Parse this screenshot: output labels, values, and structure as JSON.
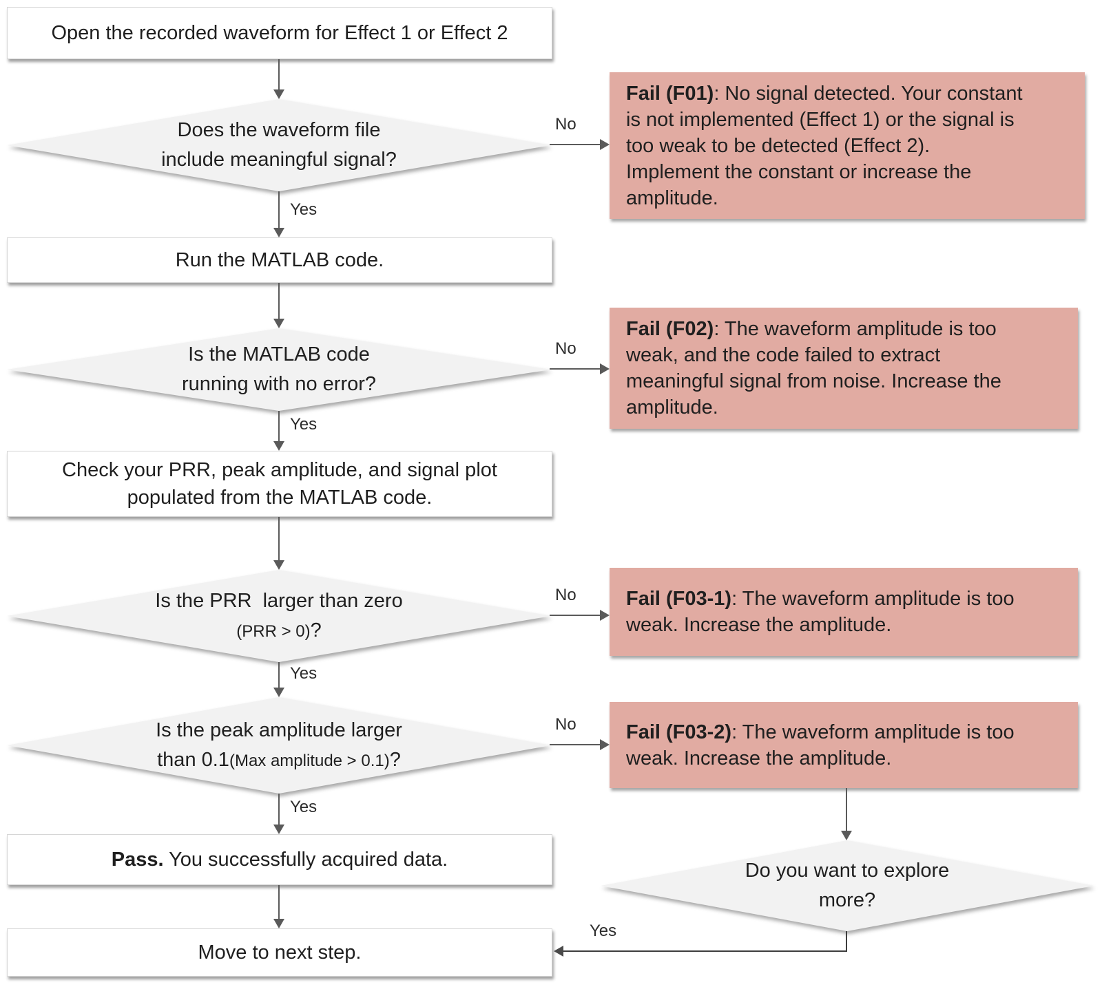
{
  "flow": {
    "steps": {
      "open": "Open the recorded waveform for Effect 1 or Effect 2",
      "run": "Run the MATLAB code.",
      "check": "Check your PRR, peak amplitude, and signal plot\npopulated from the MATLAB code.",
      "pass_bold": "Pass.",
      "pass_rest": " You successfully acquired data.",
      "move": "Move to next step."
    },
    "decisions": {
      "d1_line1": "Does the waveform file",
      "d1_line2": "include meaningful signal?",
      "d2_line1": "Is the MATLAB code",
      "d2_line2": "running with no error?",
      "d3_line1": "Is the PRR  larger than zero",
      "d3_line2_small": "(PRR > 0)",
      "d3_line2_suffix": "?",
      "d4_line1": "Is the peak amplitude larger",
      "d4_line2_prefix": "than 0.1",
      "d4_line2_small": "(Max amplitude > 0.1)",
      "d4_line2_suffix": "?",
      "d5_line1": "Do you want to explore",
      "d5_line2": "more?"
    },
    "fails": {
      "f01_bold": "Fail (F01)",
      "f01_rest": ": No signal detected. Your constant\nis not implemented (Effect 1) or the signal is\ntoo weak to be detected (Effect 2).\nImplement the constant or increase the\namplitude.",
      "f02_bold": "Fail (F02)",
      "f02_rest": ": The waveform amplitude is too\nweak, and the code failed to extract\nmeaningful signal from noise. Increase the\namplitude.",
      "f03_1_bold": "Fail (F03-1)",
      "f03_1_rest": ": The waveform amplitude is too\nweak. Increase the amplitude.",
      "f03_2_bold": "Fail (F03-2)",
      "f03_2_rest": ": The waveform amplitude is too\nweak. Increase the amplitude."
    },
    "labels": {
      "yes": "Yes",
      "no": "No"
    },
    "colors": {
      "fail_bg": "#e1aba2",
      "decision_bg": "#f2f2f2",
      "process_bg": "#ffffff",
      "connector": "#5a5a5a"
    }
  }
}
